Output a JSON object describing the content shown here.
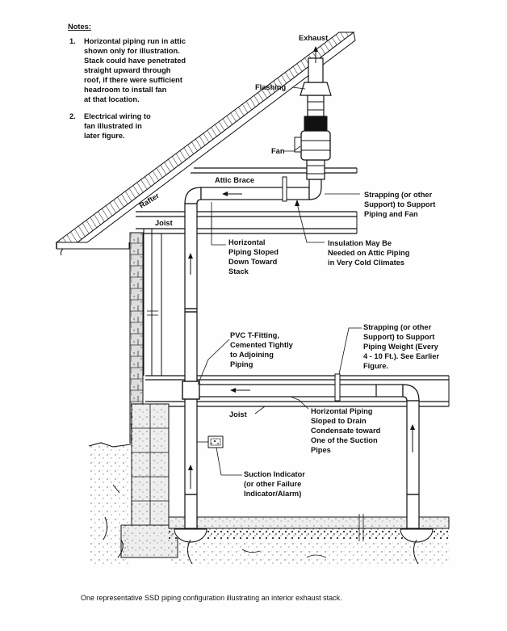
{
  "notes": {
    "heading": "Notes:",
    "items": [
      {
        "num": "1.",
        "lines": [
          "Horizontal piping run in attic",
          "shown only for illustration.",
          "Stack could have penetrated",
          "straight upward through",
          "roof, if there were sufficient",
          "headroom to install fan",
          "at that location."
        ]
      },
      {
        "num": "2.",
        "lines": [
          "Electrical wiring to",
          "fan illustrated in",
          "later figure."
        ]
      }
    ]
  },
  "labels": {
    "exhaust": "Exhaust",
    "flashing": "Flashing",
    "fan": "Fan",
    "rafter": "Rafter",
    "attic_brace": "Attic Brace",
    "joist_upper": "Joist",
    "joist_lower": "Joist",
    "strapping_fan": [
      "Strapping (or other",
      "Support) to Support",
      "Piping and Fan"
    ],
    "insulation": [
      "Insulation May Be",
      "Needed on Attic Piping",
      "in Very Cold Climates"
    ],
    "horizontal_sloped": [
      "Horizontal",
      "Piping Sloped",
      "Down Toward",
      "Stack"
    ],
    "pvc_tfitting": [
      "PVC T-Fitting,",
      "Cemented Tightly",
      "to Adjoining",
      "Piping"
    ],
    "strapping_weight": [
      "Strapping (or other",
      "Support) to Support",
      "Piping Weight (Every",
      "4 - 10 Ft.). See Earlier",
      "Figure."
    ],
    "horizontal_drain": [
      "Horizontal Piping",
      "Sloped to Drain",
      "Condensate toward",
      "One of the Suction",
      "Pipes"
    ],
    "suction_indicator": [
      "Suction Indicator",
      "(or other Failure",
      "Indicator/Alarm)"
    ]
  },
  "caption": "One representative SSD piping configuration illustrating an interior exhaust stack."
}
